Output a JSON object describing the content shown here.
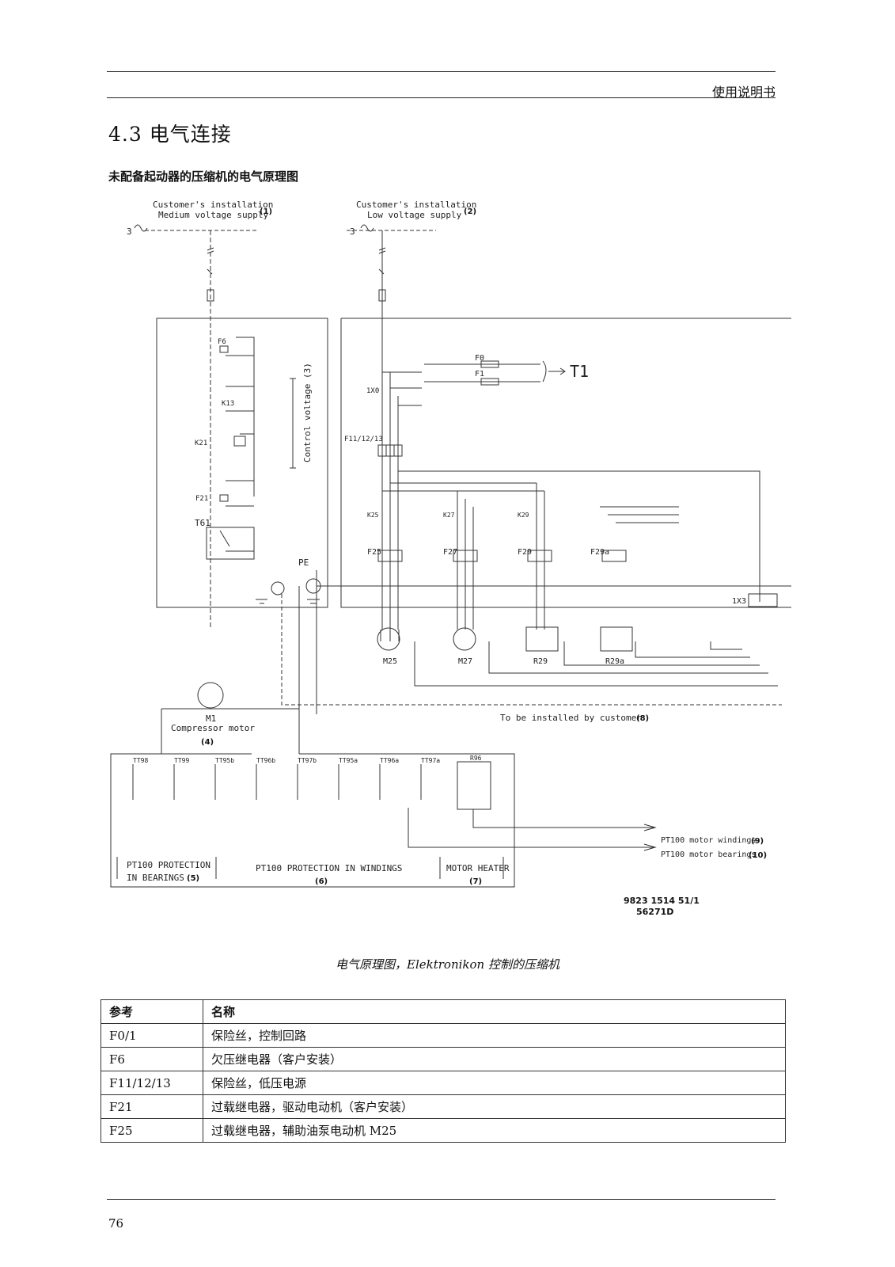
{
  "header": {
    "doc_label": "使用说明书"
  },
  "section": {
    "title": "4.3 电气连接",
    "subtitle": "未配备起动器的压缩机的电气原理图"
  },
  "diagram": {
    "supply_mv": {
      "line1": "Customer's installation",
      "line2": "Medium voltage supply",
      "ref": "(1)"
    },
    "supply_lv": {
      "line1": "Customer's installation",
      "line2": "Low voltage supply",
      "ref": "(2)"
    },
    "phase_mark": "3",
    "control_voltage": "Control voltage (3)",
    "labels": {
      "f6": "F6",
      "k13": "K13",
      "k21": "K21",
      "f21": "F21",
      "t61": "T61",
      "pe": "PE",
      "f0": "F0",
      "f1": "F1",
      "t1": "T1",
      "ix0": "1X0",
      "f11": "F11/12/13",
      "k25": "K25",
      "k27": "K27",
      "k29": "K29",
      "f25": "F25",
      "f27": "F27",
      "f29": "F29",
      "f29a": "F29a",
      "ix3": "1X3",
      "m25": "M25",
      "m27": "M27",
      "r29": "R29",
      "r29a": "R29a",
      "m1": "M1",
      "compressor": "Compressor motor",
      "compressor_ref": "(4)",
      "customer_install": "To be installed by customer",
      "customer_install_ref": "(8)",
      "pt100_windings": "PT100 motor windings",
      "pt100_windings_ref": "(9)",
      "pt100_bearings": "PT100 motor bearings",
      "pt100_bearings_ref": "(10)",
      "prot_bearings_1": "PT100 PROTECTION",
      "prot_bearings_2": "IN BEARINGS",
      "prot_bearings_ref": "(5)",
      "prot_windings": "PT100 PROTECTION IN WINDINGS",
      "prot_windings_ref": "(6)",
      "heater": "MOTOR HEATER",
      "heater_ref": "(7)",
      "drawing_no": "9823 1514 51/1",
      "drawing_rev": "56271D",
      "sensors": [
        "TT98",
        "TT99",
        "TT95b",
        "TT96b",
        "TT97b",
        "TT95a",
        "TT96a",
        "TT97a",
        "R96"
      ]
    }
  },
  "caption": {
    "text": "电气原理图，Elektronikon 控制的压缩机"
  },
  "table": {
    "headers": [
      "参考",
      "名称"
    ],
    "rows": [
      [
        "F0/1",
        "保险丝，控制回路"
      ],
      [
        "F6",
        "欠压继电器（客户安装）"
      ],
      [
        "F11/12/13",
        "保险丝，低压电源"
      ],
      [
        "F21",
        "过载继电器，驱动电动机（客户安装）"
      ],
      [
        "F25",
        "过载继电器，辅助油泵电动机 M25"
      ]
    ]
  },
  "footer": {
    "page_number": "76"
  }
}
